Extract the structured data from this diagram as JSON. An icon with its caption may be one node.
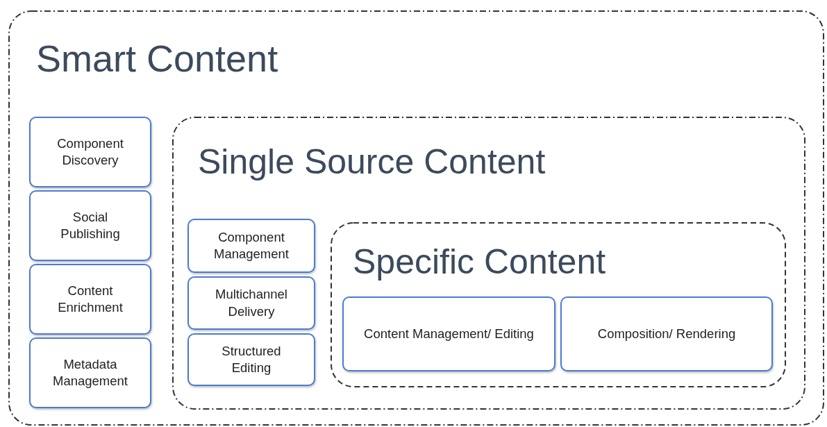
{
  "diagram": {
    "nodes": [
      {
        "text": [
          "Smart Content"
        ]
      },
      {
        "text": [
          "Component Discovery"
        ],
        "in": 0
      },
      {
        "text": [
          "Social Publishing"
        ],
        "in": 0
      },
      {
        "text": [
          "Content Enrichment"
        ],
        "in": 0
      },
      {
        "text": [
          "Metadata Management"
        ],
        "in": 0
      },
      {
        "text": [
          "Single Source Content"
        ],
        "in": 0
      },
      {
        "text": [
          "Component Management"
        ],
        "in": 5
      },
      {
        "text": [
          "Multichannel Delivery"
        ],
        "in": 5
      },
      {
        "text": [
          "Structured Editing"
        ],
        "in": 5
      },
      {
        "text": [
          "Specific Content"
        ],
        "in": 5
      },
      {
        "text": [
          "Content Management/ Editing"
        ],
        "in": 9
      },
      {
        "text": [
          "Composition/ Rendering"
        ],
        "in": 9
      }
    ]
  }
}
